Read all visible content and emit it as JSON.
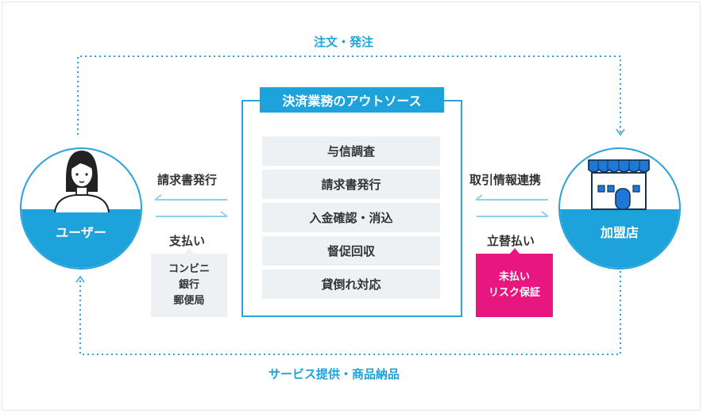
{
  "top_flow": {
    "label": "注文・発注"
  },
  "bottom_flow": {
    "label": "サービス提供・商品納品"
  },
  "center": {
    "title": "決済業務のアウトソース",
    "services": [
      "与信調査",
      "請求書発行",
      "入金確認・消込",
      "督促回収",
      "貸倒れ対応"
    ]
  },
  "user": {
    "label": "ユーザー"
  },
  "merchant": {
    "label": "加盟店"
  },
  "left_flows": {
    "invoice": "請求書発行",
    "payment": "支払い"
  },
  "payment_methods": [
    "コンビニ",
    "銀行",
    "郵便局"
  ],
  "right_flows": {
    "data": "取引情報連携",
    "advance": "立替払い"
  },
  "risk": {
    "lines": [
      "未払い",
      "リスク保証"
    ]
  },
  "colors": {
    "accent": "#1ea2dc",
    "risk": "#e8177f",
    "service_bg": "#eef1f4"
  }
}
